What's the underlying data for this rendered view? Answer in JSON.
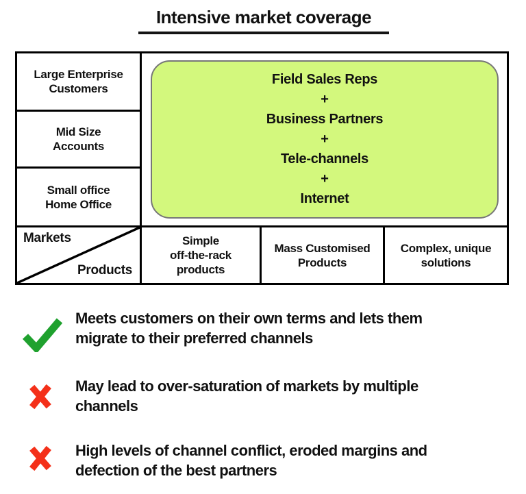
{
  "title": "Intensive market coverage",
  "matrix": {
    "market_segments": [
      {
        "lines": [
          "Large Enterprise",
          "Customers"
        ]
      },
      {
        "lines": [
          "Mid Size",
          "Accounts"
        ]
      },
      {
        "lines": [
          "Small office",
          "Home Office"
        ]
      }
    ],
    "axis_corner": {
      "row_axis": "Markets",
      "col_axis": "Products"
    },
    "product_types": [
      {
        "lines": [
          "Simple",
          "off-the-rack",
          "products"
        ]
      },
      {
        "lines": [
          "Mass Customised",
          "Products"
        ]
      },
      {
        "lines": [
          "Complex, unique",
          "solutions"
        ]
      }
    ],
    "channels_box": {
      "lines": [
        "Field Sales Reps",
        "+",
        "Business Partners",
        "+",
        "Tele-channels",
        "+",
        "Internet"
      ],
      "fill": "#d3f87d"
    }
  },
  "assessment": [
    {
      "verdict": "pro",
      "icon": "check",
      "lines": [
        "Meets customers on their own terms and lets them",
        "migrate to their preferred channels"
      ]
    },
    {
      "verdict": "con",
      "icon": "cross",
      "lines": [
        "May lead to over-saturation of markets by multiple",
        "channels"
      ]
    },
    {
      "verdict": "con",
      "icon": "cross",
      "lines": [
        "High levels of channel conflict, eroded margins and",
        "defection of the best partners"
      ]
    }
  ],
  "colors": {
    "check_green": "#1fa12e",
    "cross_red": "#f43019",
    "box_fill": "#d3f87d",
    "ink": "#111111"
  }
}
